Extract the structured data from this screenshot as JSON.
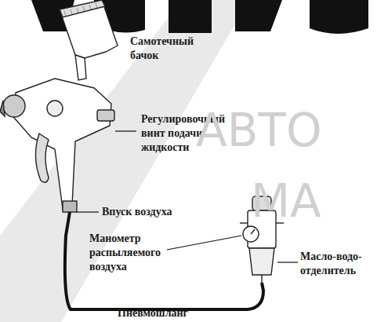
{
  "diagram": {
    "labels": [
      "Самотечный бачок",
      "Регулировочный винт подачи жидкости",
      "Впуск воздуха",
      "Манометр распыляемого воздуха",
      "Масло-водо-отделитель",
      "Пневмошланг",
      "АВТО",
      "МА"
    ]
  }
}
